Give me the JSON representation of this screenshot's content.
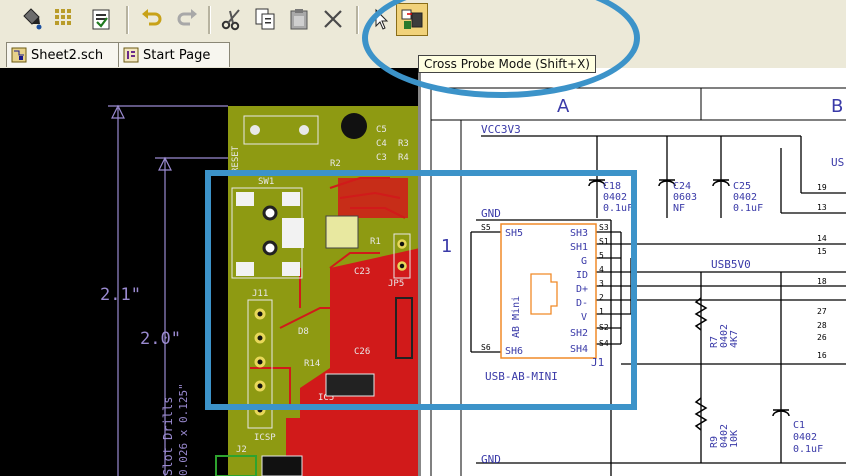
{
  "toolbar": {
    "buttons": [
      {
        "icon": "paint-bucket-icon"
      },
      {
        "icon": "grid-icon"
      },
      {
        "icon": "document-properties-icon"
      },
      {
        "icon": "undo-icon"
      },
      {
        "icon": "redo-icon"
      },
      {
        "icon": "cut-icon"
      },
      {
        "icon": "copy-icon"
      },
      {
        "icon": "paste-icon"
      },
      {
        "icon": "delete-icon"
      },
      {
        "icon": "select-cursor-icon"
      },
      {
        "icon": "cross-probe-icon"
      }
    ]
  },
  "tabs": [
    {
      "label": "Sheet2.sch",
      "icon": "schematic-sheet-icon"
    },
    {
      "label": "Start Page",
      "icon": "start-page-icon"
    }
  ],
  "tooltip": "Cross Probe Mode (Shift+X)",
  "pcb": {
    "dim_outer": "2.1\"",
    "dim_inner": "2.0\"",
    "slot_note": "Slot Drills",
    "slot_size": "0.026 x 0.125\"",
    "labels": {
      "reset": "RESET",
      "sw1": "SW1",
      "j11": "J11",
      "icsp": "ICSP",
      "j2": "J2",
      "jp5": "JP5",
      "ic5": "IC5",
      "r14": "R14",
      "c26": "C26",
      "c23": "C23",
      "d8": "D8",
      "r1": "R1",
      "r2": "R2",
      "c5": "C5",
      "c4": "C4",
      "c3": "C3",
      "r3": "R3",
      "r4": "R4"
    }
  },
  "schematic": {
    "col_a": "A",
    "col_b": "B",
    "row_1": "1",
    "nets": {
      "vcc": "VCC3V3",
      "gnd1": "GND",
      "gnd2": "GND",
      "usb5v": "USB5V0",
      "us": "US"
    },
    "connector": {
      "ref": "J1",
      "value": "USB-AB-MINI",
      "body_text": "AB Mini",
      "pins_left": [
        "SH5",
        "SH6"
      ],
      "pins_right": [
        "SH3",
        "SH1",
        "G",
        "ID",
        "D+",
        "D-",
        "V",
        "SH2",
        "SH4"
      ],
      "pin_nums_left": [
        "S5",
        "S6"
      ],
      "pin_nums_right": [
        "S3",
        "S1",
        "5",
        "4",
        "3",
        "2",
        "1",
        "S2",
        "S4"
      ]
    },
    "parts": [
      {
        "ref": "C18",
        "lines": [
          "0402",
          "0.1uF"
        ]
      },
      {
        "ref": "C24",
        "lines": [
          "0603",
          "NF"
        ]
      },
      {
        "ref": "C25",
        "lines": [
          "0402",
          "0.1uF"
        ]
      },
      {
        "ref": "R7",
        "lines": [
          "0402",
          "4K7"
        ]
      },
      {
        "ref": "R9",
        "lines": [
          "0402",
          "10K"
        ]
      },
      {
        "ref": "C1",
        "lines": [
          "0402",
          "0.1uF"
        ]
      }
    ],
    "edge_nums": [
      "19",
      "13",
      "14",
      "15",
      "18",
      "27",
      "28",
      "26",
      "16"
    ]
  },
  "colors": {
    "callout": "#3c93c9",
    "pcb_board": "#8e9a12",
    "copper": "#d11a1a",
    "pcb_silk": "#e8e8e8",
    "sch_wire": "#000000",
    "sch_part": "#f08a28",
    "sch_text": "#3a3aa8",
    "dim": "#9a8ad0"
  }
}
